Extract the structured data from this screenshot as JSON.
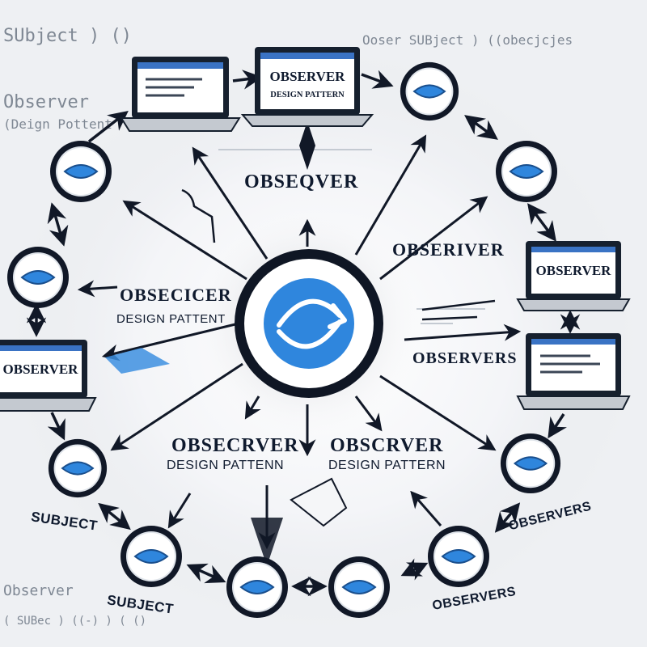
{
  "background_code": {
    "line1": "SUbject ) ()",
    "line2": "Ooser SUBject ) ((obecjcjes",
    "line3": "Observer",
    "line4": "(Deign Pottent",
    "line5": "Observer",
    "line6": "( SUBec ) ((-) ) ( ()"
  },
  "laptops": {
    "top": {
      "title": "OBSERVER",
      "subtitle": "DESIGN PATTERN"
    },
    "right_upper": {
      "title": "OBSERVER"
    },
    "left": {
      "title": "OBSERVER"
    }
  },
  "labels": {
    "top_center": "OBSEQVER",
    "right_upper": "OBSERIVER",
    "left_title": "OBSECICER",
    "left_subtitle": "DESIGN PATTENT",
    "right_mid": "OBSERVERS",
    "bottom_left_title": "OBSECRVER",
    "bottom_left_subtitle": "DESIGN PATTENN",
    "bottom_right_title": "OBSCRVER",
    "bottom_right_subtitle": "DESIGN PATTERN",
    "subject_1": "SUBJECT",
    "subject_2": "SUBJECT",
    "observers_1": "OBSERVERS",
    "observers_2": "OBSERVERS"
  },
  "colors": {
    "accent_blue": "#2f86dd",
    "node_dark": "#111827",
    "ink": "#0f1a2e"
  },
  "icons": {
    "hub": "refresh-cycle-icon",
    "node": "eye-icon"
  }
}
